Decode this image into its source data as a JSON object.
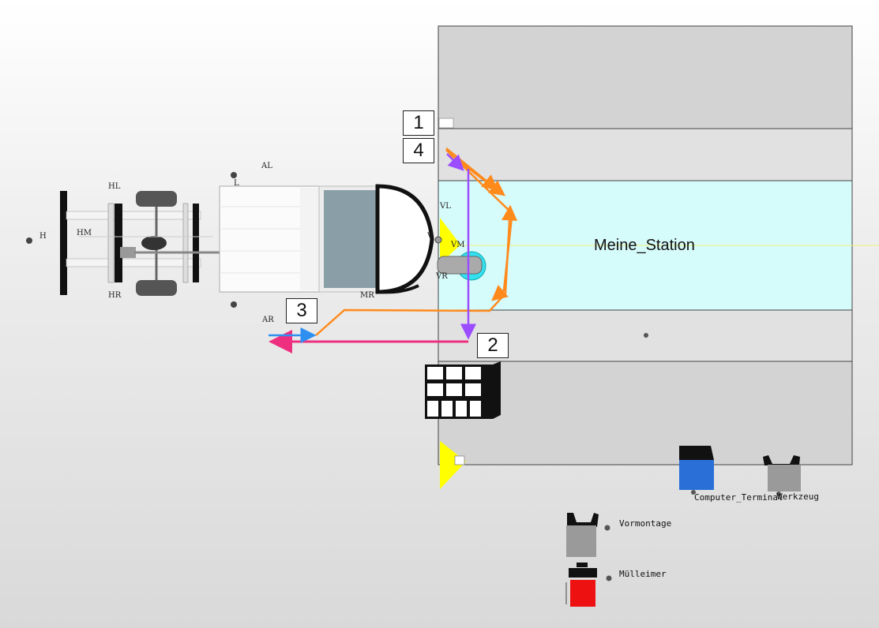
{
  "station": {
    "name": "Meine_Station"
  },
  "step_markers": [
    "1",
    "4",
    "3",
    "2"
  ],
  "point_labels": {
    "H": "H",
    "HM": "HM",
    "HL": "HL",
    "HR": "HR",
    "L": "L",
    "AL": "AL",
    "AR": "AR",
    "VL": "VL",
    "VM": "VM",
    "VR": "VR",
    "V": "V",
    "MR": "MR"
  },
  "objects": {
    "computer_terminal": "Computer_Terminal",
    "werkzeug": "Werkzeug",
    "vormontage": "Vormontage",
    "muelleimer": "Mülleimer"
  },
  "colors": {
    "station_highlight": "#d6fbfb",
    "path_orange": "#ff8a1c",
    "path_purple": "#9b4dff",
    "path_magenta": "#ee2f7f",
    "path_blue": "#2f8ff0",
    "worker_marker": "#ffff00",
    "terminal_blue": "#2a6fd8",
    "bin_red": "#ee1111",
    "box_gray": "#9a9a9a"
  }
}
